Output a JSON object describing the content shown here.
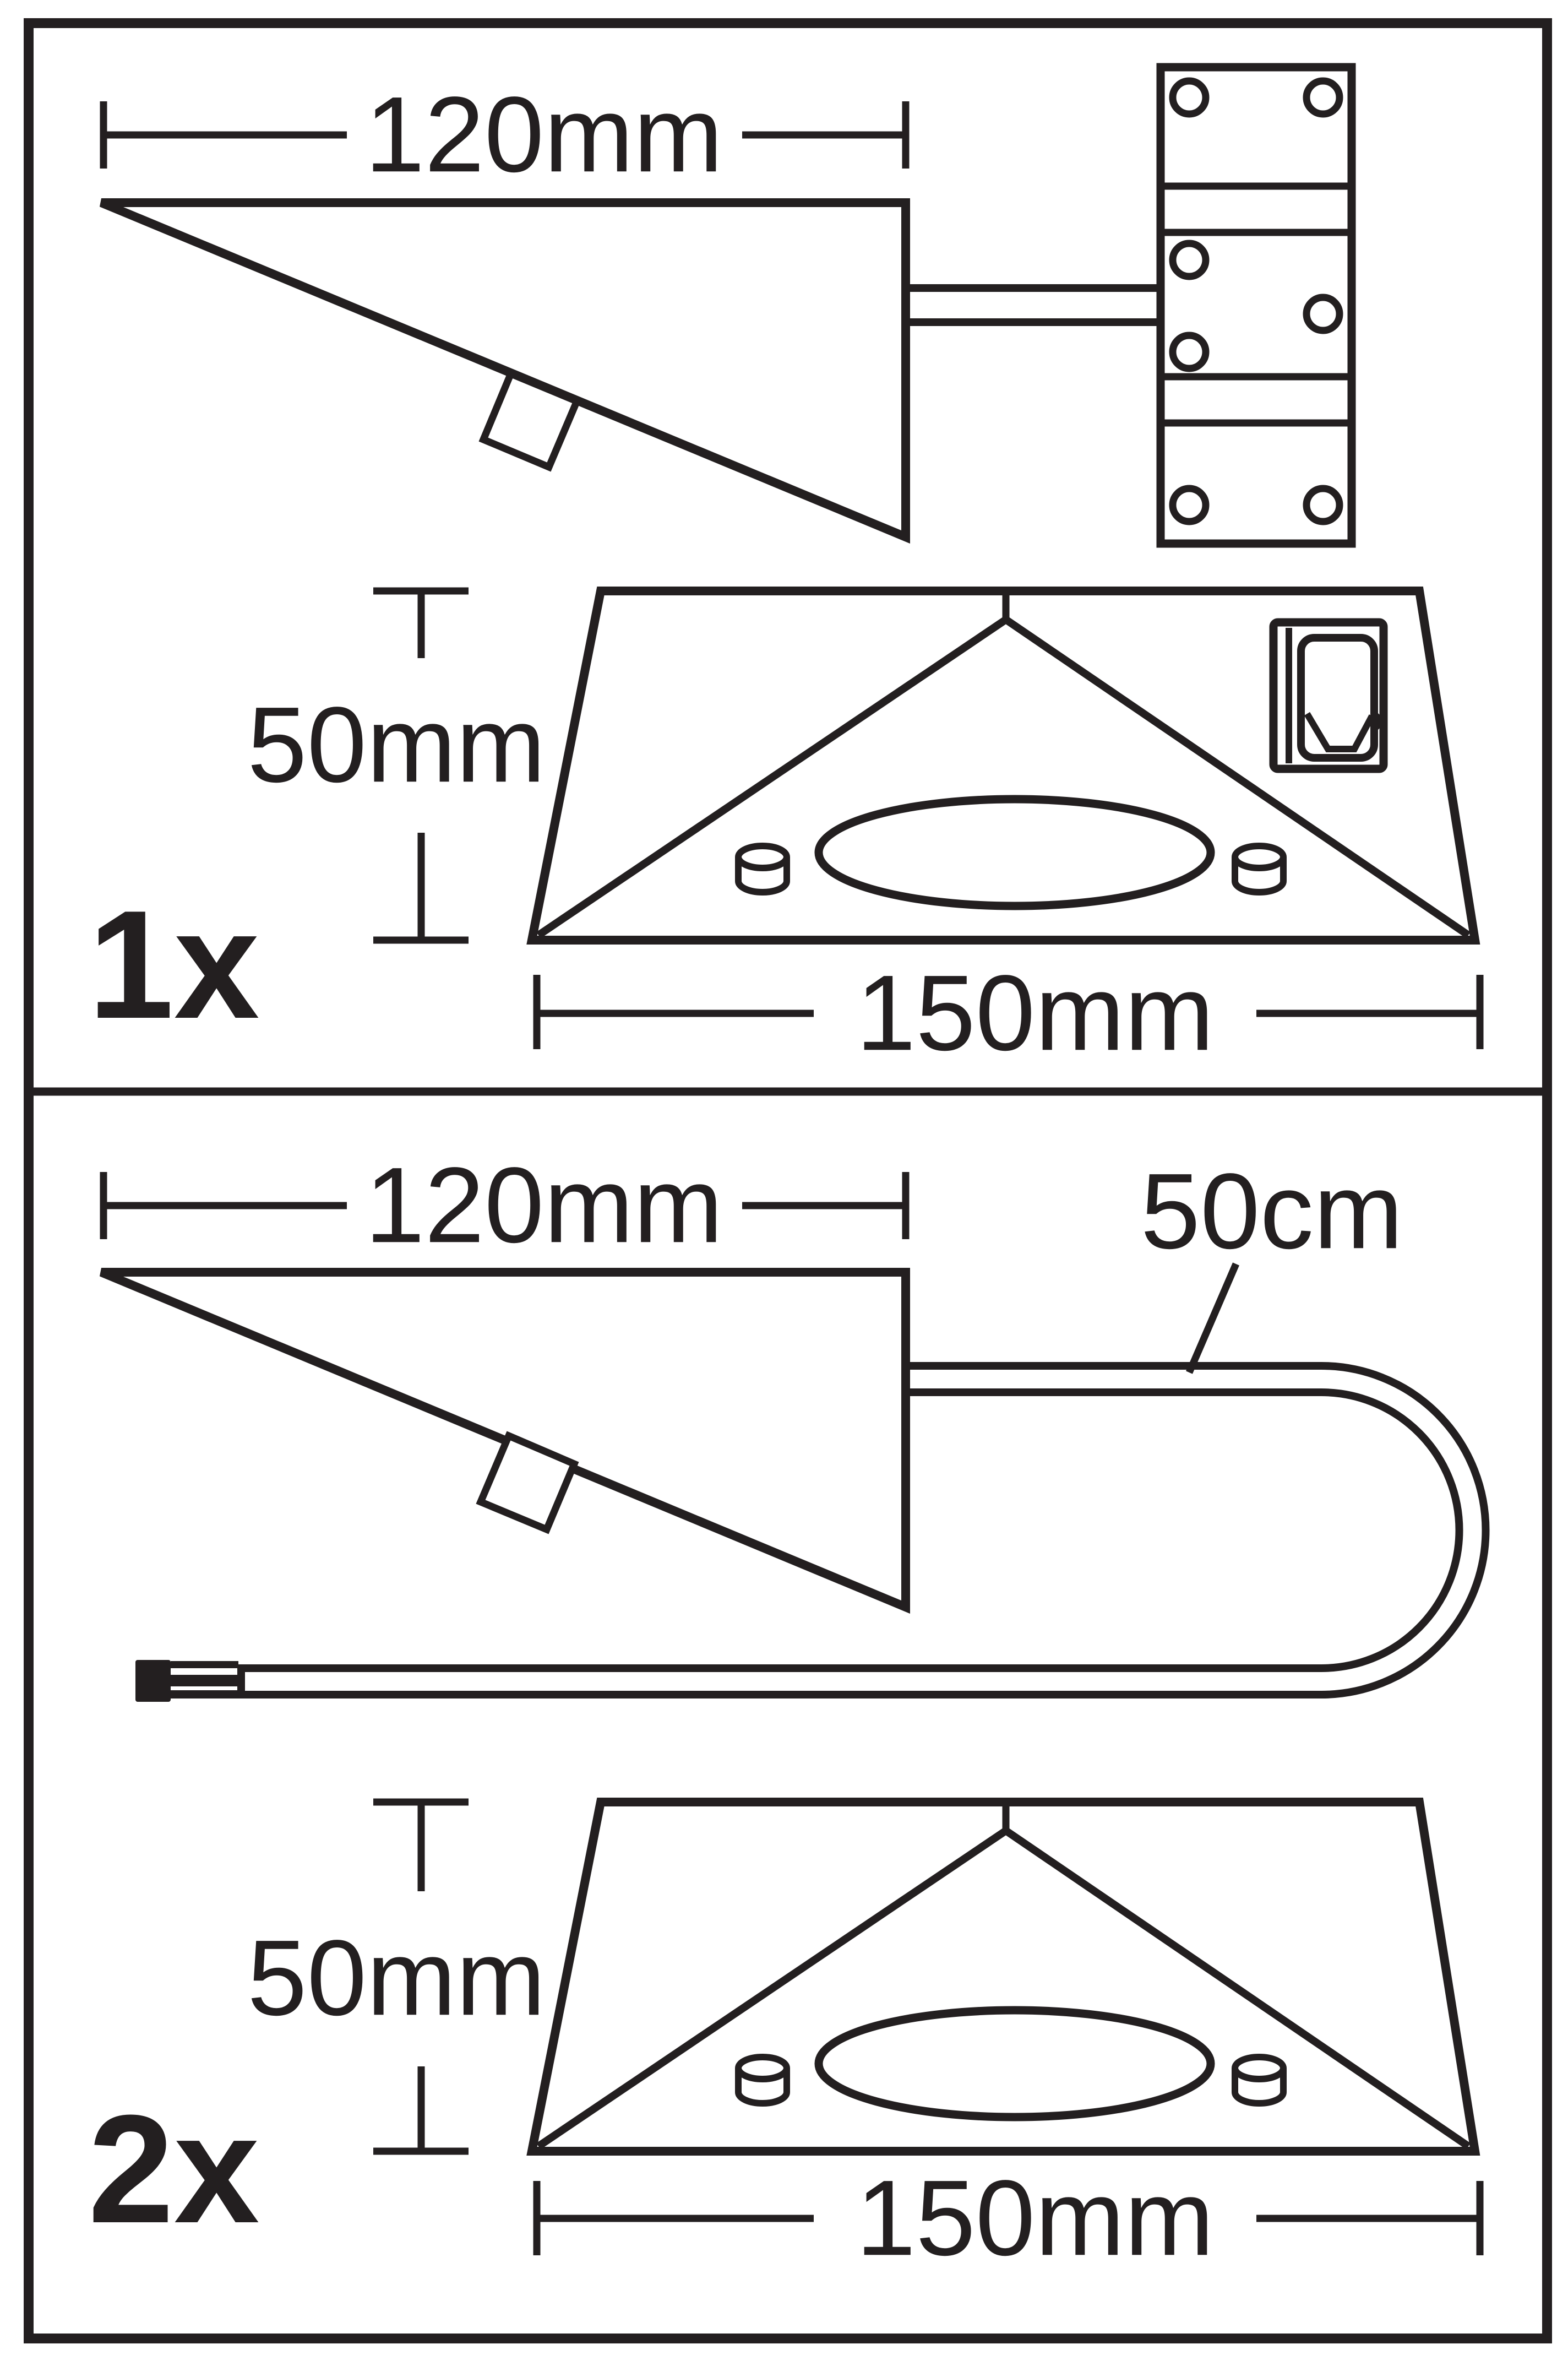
{
  "colors": {
    "ink": "#231f20",
    "background": "#ffffff"
  },
  "panels": [
    {
      "name": "wall-bracket light",
      "quantity_label": "1x",
      "width_dim": "120mm",
      "height_dim": "50mm",
      "depth_dim": "150mm"
    },
    {
      "name": "corded light",
      "quantity_label": "2x",
      "width_dim": "120mm",
      "height_dim": "50mm",
      "depth_dim": "150mm",
      "cable_length": "50cm"
    }
  ]
}
